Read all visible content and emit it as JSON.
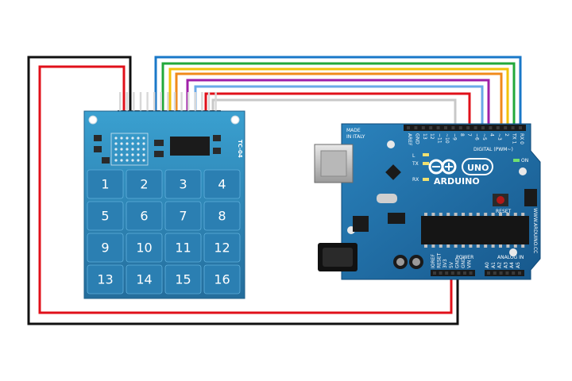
{
  "keypad": {
    "model_label": "TC-04",
    "keys": [
      "1",
      "2",
      "3",
      "4",
      "5",
      "6",
      "7",
      "8",
      "9",
      "10",
      "11",
      "12",
      "13",
      "14",
      "15",
      "16"
    ]
  },
  "arduino": {
    "made_in": "MADE",
    "in_italy": "IN ITALY",
    "digital_label": "DIGITAL (PWM~)",
    "brand": "ARDUINO",
    "model": "UNO",
    "power_label": "POWER",
    "analog_label": "ANALOG IN",
    "website": "WWW.ARDUINO.CC",
    "reset_label": "RESET",
    "on_label": "ON",
    "tx_label": "TX",
    "rx_label": "RX",
    "l_label": "L",
    "digital_pins": [
      "AREF",
      "GND",
      "13",
      "12",
      "~11",
      "~10",
      "~9",
      "8",
      "7",
      "~6",
      "~5",
      "4",
      "~3",
      "2",
      "TX 1",
      "RX 0"
    ],
    "power_pins": [
      "IOREF",
      "RESET",
      "3V3",
      "5V",
      "GND",
      "GND",
      "VIN"
    ],
    "analog_pins": [
      "A0",
      "A1",
      "A2",
      "A3",
      "A4",
      "A5"
    ]
  },
  "colors": {
    "wire_black": "#111111",
    "wire_red": "#e0101a",
    "wire_orange": "#f08a1a",
    "wire_yellow": "#f2c20a",
    "wire_green": "#22a83a",
    "wire_blue": "#1a78c8",
    "wire_purple": "#a020a8",
    "wire_lightblue": "#6aa8e8",
    "wire_gray": "#c0c0c0",
    "keypad_pcb": "#2f86b8",
    "arduino_pcb": "#1f6ea8"
  }
}
